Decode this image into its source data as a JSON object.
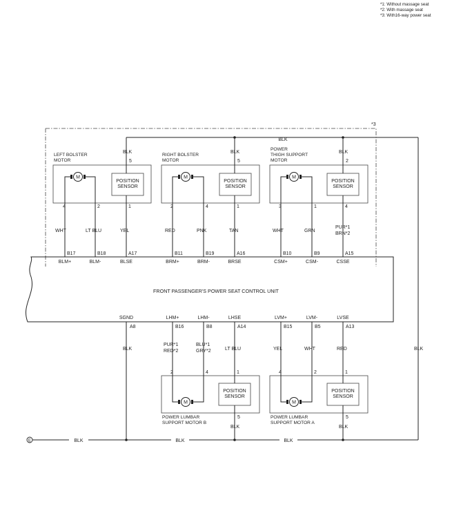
{
  "notes": [
    "*1: Without massage seat",
    "*2: With massage seat",
    "*3: With16-way power seat"
  ],
  "option_marker": "*3",
  "control_unit": {
    "label": "FRONT PASSENGER'S POWER SEAT CONTROL UNIT",
    "top_terminals": [
      {
        "name": "BLM+",
        "pin": "B17"
      },
      {
        "name": "BLM-",
        "pin": "B18"
      },
      {
        "name": "BLSE",
        "pin": "A17"
      },
      {
        "name": "BRM+",
        "pin": "B11"
      },
      {
        "name": "BRM-",
        "pin": "B19"
      },
      {
        "name": "BRSE",
        "pin": "A16"
      },
      {
        "name": "CSM+",
        "pin": "B10"
      },
      {
        "name": "CSM-",
        "pin": "B9"
      },
      {
        "name": "CSSE",
        "pin": "A15"
      }
    ],
    "bottom_terminals": [
      {
        "name": "SGND",
        "pin": "A8"
      },
      {
        "name": "LHM+",
        "pin": "B16"
      },
      {
        "name": "LHM-",
        "pin": "B8"
      },
      {
        "name": "LHSE",
        "pin": "A14"
      },
      {
        "name": "LVM+",
        "pin": "B15"
      },
      {
        "name": "LVM-",
        "pin": "B5"
      },
      {
        "name": "LVSE",
        "pin": "A13"
      }
    ]
  },
  "motor_symbol": "M",
  "sensor_label": [
    "POSITION",
    "SENSOR"
  ],
  "top_motors": [
    {
      "title": [
        "LEFT BOLSTER",
        "MOTOR"
      ],
      "gnd_wire": "BLK",
      "gnd_pin": "5",
      "pins": [
        "4",
        "2",
        "1"
      ],
      "wires": [
        [
          "WHT"
        ],
        [
          "LT BLU"
        ],
        [
          "YEL"
        ]
      ]
    },
    {
      "title": [
        "RIGHT BOLSTER",
        "MOTOR"
      ],
      "gnd_wire": "BLK",
      "gnd_pin": "5",
      "pins": [
        "2",
        "4",
        "1"
      ],
      "wires": [
        [
          "RED"
        ],
        [
          "PNK"
        ],
        [
          "TAN"
        ]
      ]
    },
    {
      "title": [
        "POWER",
        "THIGH SUPPORT",
        "MOTOR"
      ],
      "gnd_wire": "BLK",
      "gnd_pin": "2",
      "pins": [
        "3",
        "1",
        "4"
      ],
      "wires": [
        [
          "WHT"
        ],
        [
          "GRN"
        ],
        [
          "PUR*1",
          "BRN*2"
        ]
      ]
    }
  ],
  "top_bus_wire": "BLK",
  "bottom_motors": [
    {
      "title": [
        "POWER LUMBAR",
        "SUPPORT MOTOR B"
      ],
      "gnd_pin": "5",
      "gnd_wire": "BLK",
      "pins": [
        "2",
        "4",
        "1"
      ],
      "wires": [
        [
          "PUR*1",
          "RED*2"
        ],
        [
          "BLU*1",
          "GRY*2"
        ],
        [
          "LT BLU"
        ]
      ]
    },
    {
      "title": [
        "POWER LUMBAR",
        "SUPPORT MOTOR A"
      ],
      "gnd_pin": "5",
      "gnd_wire": "BLK",
      "pins": [
        "4",
        "2",
        "1"
      ],
      "wires": [
        [
          "YEL"
        ],
        [
          "WHT"
        ],
        [
          "RED"
        ]
      ]
    }
  ],
  "sgnd_wire": "BLK",
  "right_riser_wire": "BLK",
  "ground": {
    "symbol": "E",
    "bus_wires": [
      "BLK",
      "BLK",
      "BLK"
    ]
  }
}
